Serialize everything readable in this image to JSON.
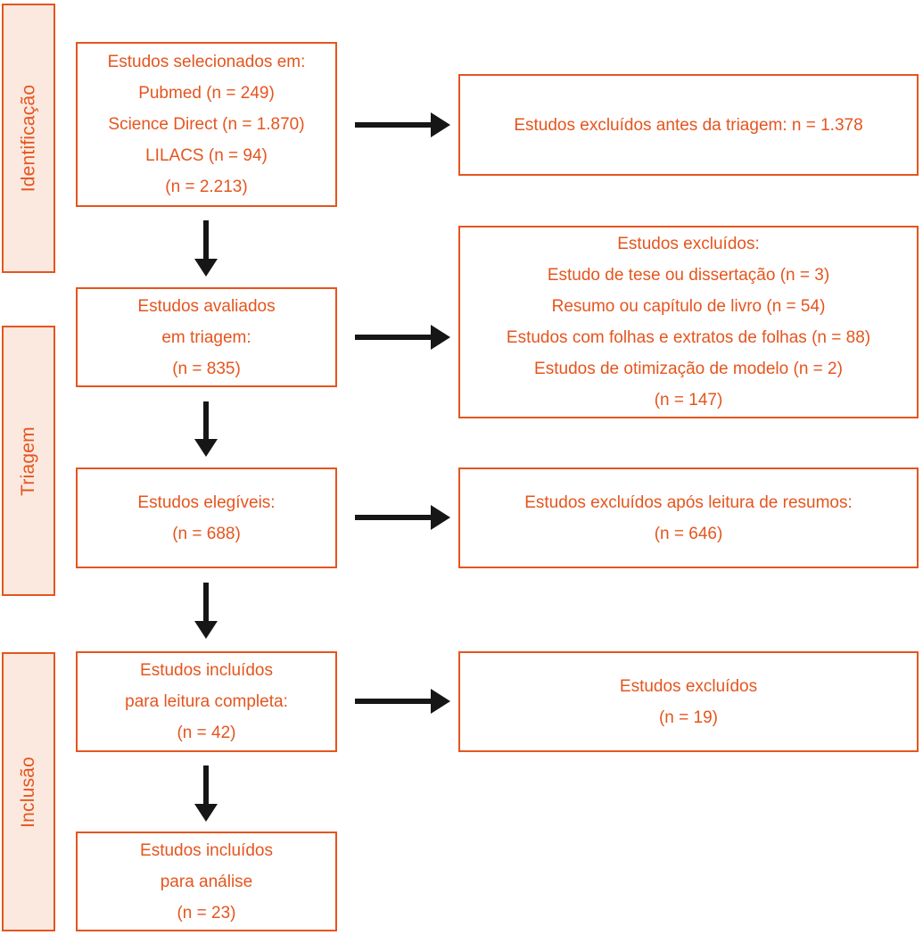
{
  "colors": {
    "accent_orange": "#E5551E",
    "stage_fill": "#FBE9E0",
    "arrow_black": "#161616",
    "box_fill": "#FFFFFF"
  },
  "stages": [
    {
      "label": "Identificação"
    },
    {
      "label": "Triagem"
    },
    {
      "label": "Inclusão"
    }
  ],
  "flow": {
    "left": [
      {
        "lines": [
          "Estudos selecionados em:",
          "Pubmed (n = 249)",
          "Science Direct (n = 1.870)",
          "LILACS (n = 94)",
          "(n = 2.213)"
        ]
      },
      {
        "lines": [
          "Estudos avaliados",
          "em triagem:",
          "(n = 835)"
        ]
      },
      {
        "lines": [
          "Estudos elegíveis:",
          "(n = 688)"
        ]
      },
      {
        "lines": [
          "Estudos incluídos",
          "para leitura completa:",
          "(n = 42)"
        ]
      },
      {
        "lines": [
          "Estudos incluídos",
          "para análise",
          "(n = 23)"
        ]
      }
    ],
    "right": [
      {
        "lines": [
          "Estudos excluídos antes da triagem: n = 1.378"
        ]
      },
      {
        "lines": [
          "Estudos excluídos:",
          "Estudo de tese ou dissertação (n = 3)",
          "Resumo ou capítulo de livro (n = 54)",
          "Estudos com folhas e extratos de folhas (n = 88)",
          "Estudos de otimização de modelo (n = 2)",
          "(n = 147)"
        ]
      },
      {
        "lines": [
          "Estudos excluídos após leitura de resumos:",
          "(n = 646)"
        ]
      },
      {
        "lines": [
          "Estudos excluídos",
          "(n = 19)"
        ]
      }
    ]
  }
}
